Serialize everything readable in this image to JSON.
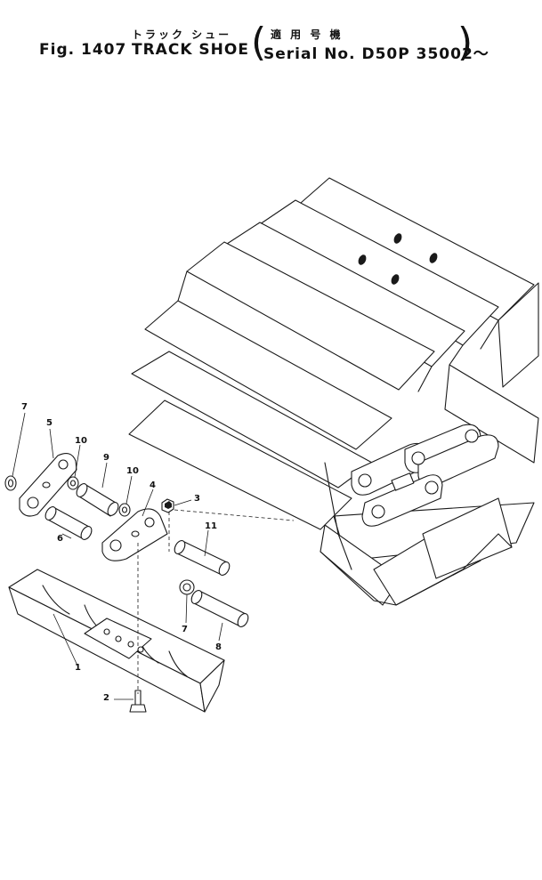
{
  "header": {
    "jp_title": "トラック シュー",
    "jp_applicable": "適 用 号 機",
    "fig_label": "Fig. 1407",
    "en_title": "TRACK SHOE",
    "serial": "Serial No. D50P 35002～"
  },
  "callouts": {
    "c1": "1",
    "c2": "2",
    "c3": "3",
    "c4": "4",
    "c5": "5",
    "c6": "6",
    "c7a": "7",
    "c7b": "7",
    "c8": "8",
    "c9": "9",
    "c10a": "10",
    "c10b": "10",
    "c11": "11"
  }
}
